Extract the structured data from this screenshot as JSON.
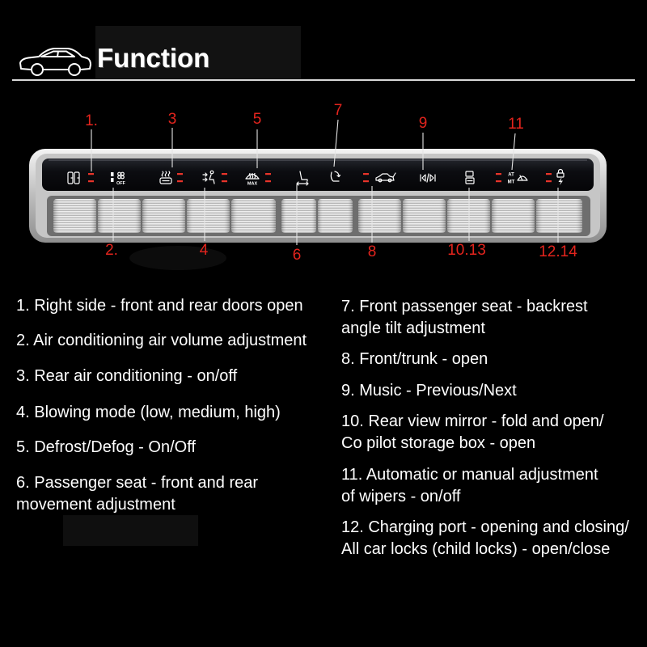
{
  "header": {
    "title": "Function"
  },
  "callouts": {
    "top": [
      "1.",
      "3",
      "5",
      "7",
      "9",
      "11"
    ],
    "bottom": [
      "2.",
      "4",
      "6",
      "8",
      "10.13",
      "12.14"
    ]
  },
  "panel": {
    "icons": [
      "car-door-icon",
      "fan-off-icon",
      "rear-ac-icon",
      "blow-mode-icon",
      "defrost-max-icon",
      "seat-slide-icon",
      "seat-recline-icon",
      "car-trunk-icon",
      "prev-next-icon",
      "mirror-storage-icon",
      "wiper-auto-manual-icon",
      "charge-lock-icon"
    ],
    "icon_text": {
      "fan_off": "OFF",
      "defrost_max": "MAX",
      "wiper_at": "AT",
      "wiper_mt": "MT"
    }
  },
  "features": {
    "left": [
      {
        "lines": [
          "1. Right side - front and rear doors open"
        ]
      },
      {
        "lines": [
          "2. Air conditioning air volume adjustment"
        ]
      },
      {
        "lines": [
          "3. Rear air conditioning - on/off"
        ]
      },
      {
        "lines": [
          "4. Blowing mode (low, medium, high)"
        ]
      },
      {
        "lines": [
          "5. Defrost/Defog - On/Off"
        ]
      },
      {
        "lines": [
          "6. Passenger seat - front and rear",
          "movement adjustment"
        ]
      }
    ],
    "right": [
      {
        "lines": [
          "7. Front passenger seat - backrest",
          "angle tilt adjustment"
        ]
      },
      {
        "lines": [
          "8. Front/trunk - open"
        ]
      },
      {
        "lines": [
          "9. Music - Previous/Next"
        ]
      },
      {
        "lines": [
          "10. Rear view mirror - fold and open/",
          "Co pilot storage box - open"
        ]
      },
      {
        "lines": [
          "11. Automatic or manual adjustment",
          "of wipers - on/off"
        ]
      },
      {
        "lines": [
          "12. Charging port - opening and closing/",
          "All car locks (child locks) - open/close"
        ]
      }
    ]
  },
  "colors": {
    "background": "#000000",
    "text": "#ffffff",
    "callout": "#e3241d",
    "indicator": "#e8342a"
  }
}
